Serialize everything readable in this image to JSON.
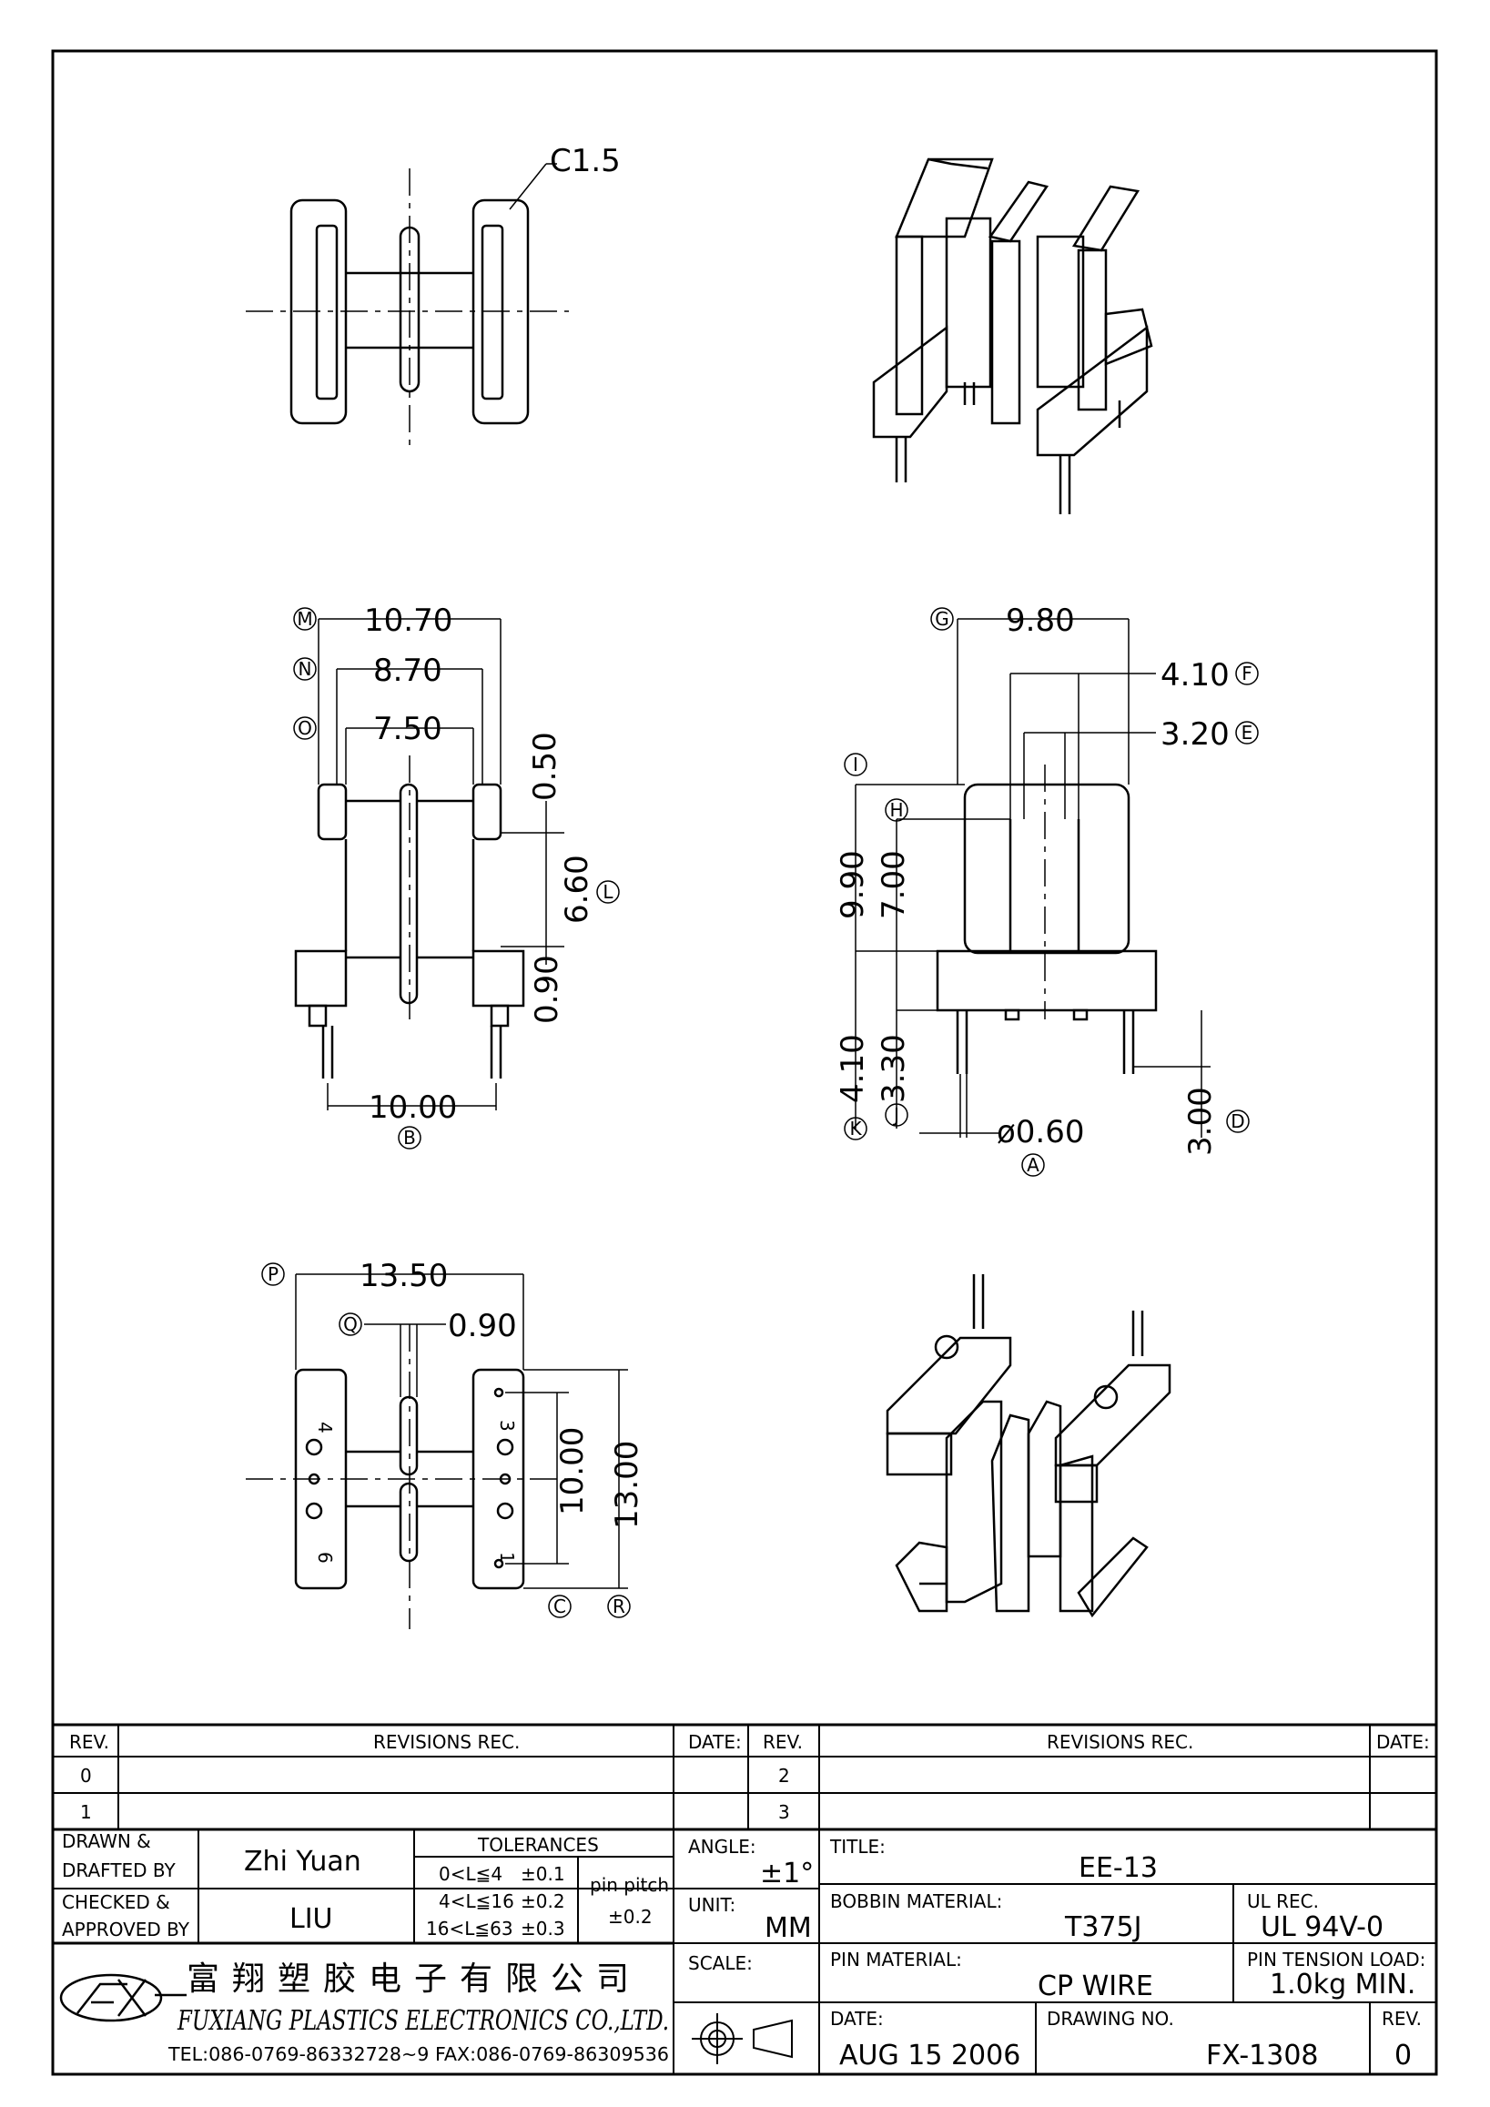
{
  "drawing": {
    "chamfer_note": "C1.5",
    "dims": {
      "d_10_70": "10.70",
      "d_8_70": "8.70",
      "d_7_50": "7.50",
      "d_0_50": "0.50",
      "d_6_60": "6.60",
      "d_0_90": "0.90",
      "d_10_00": "10.00",
      "d_9_80": "9.80",
      "d_4_10_top": "4.10",
      "d_3_20": "3.20",
      "d_9_90": "9.90",
      "d_7_00": "7.00",
      "d_4_10_side": "4.10",
      "d_3_30": "3.30",
      "d_pin": "ø0.60",
      "d_3_00": "3.00",
      "d_13_50": "13.50",
      "d_0_90_b": "0.90",
      "d_10_00_v": "10.00",
      "d_13_00": "13.00"
    },
    "callouts": {
      "M": "M",
      "N": "N",
      "O": "O",
      "L": "L",
      "B": "B",
      "G": "G",
      "F": "F",
      "E": "E",
      "I": "I",
      "H": "H",
      "K": "K",
      "J": "J",
      "A": "A",
      "D": "D",
      "P": "P",
      "Q": "Q",
      "C": "C",
      "R": "R"
    },
    "pin_numbers": {
      "p4": "4",
      "p3": "3",
      "p6": "6",
      "p1": "1"
    }
  },
  "revisions": {
    "headers": {
      "rev": "REV.",
      "rec": "REVISIONS   REC.",
      "date": "DATE:"
    },
    "left_revs": [
      "0",
      "1"
    ],
    "right_revs": [
      "2",
      "3"
    ]
  },
  "title_block": {
    "drawn_label_1": "DRAWN &",
    "drawn_label_2": "DRAFTED BY",
    "drawn_by": "Zhi Yuan",
    "checked_label_1": "CHECKED &",
    "checked_label_2": "APPROVED BY",
    "checked_by": "LIU",
    "tolerances_label": "TOLERANCES",
    "tol_rows": [
      {
        "range": "0<L≦4",
        "tol": "±0.1"
      },
      {
        "range": "4<L≦16",
        "tol": "±0.2"
      },
      {
        "range": "16<L≦63",
        "tol": "±0.3"
      }
    ],
    "pin_pitch_label": "pin  pitch",
    "pin_pitch_tol": "±0.2",
    "angle_label": "ANGLE:",
    "angle_value": "±1°",
    "unit_label": "UNIT:",
    "unit_value": "MM",
    "scale_label": "SCALE:",
    "title_label": "TITLE:",
    "title_value": "EE-13",
    "bobbin_material_label": "BOBBIN  MATERIAL:",
    "bobbin_material_value": "T375J",
    "ul_rec_label": "UL  REC.",
    "ul_rec_value": "UL  94V-0",
    "pin_material_label": "PIN  MATERIAL:",
    "pin_material_value": "CP  WIRE",
    "pin_tension_label": "PIN  TENSION  LOAD:",
    "pin_tension_value": "1.0kg  MIN.",
    "date_label": "DATE:",
    "date_value": "AUG  15  2006",
    "drawing_no_label": "DRAWING  NO.",
    "drawing_no_value": "FX-1308",
    "rev_label": "REV.",
    "rev_value": "0",
    "company_cn": "富翔塑胶电子有限公司",
    "company_en": "FUXIANG  PLASTICS  ELECTRONICS  CO.,LTD.",
    "contact": "TEL:086-0769-86332728~9   FAX:086-0769-86309536"
  }
}
